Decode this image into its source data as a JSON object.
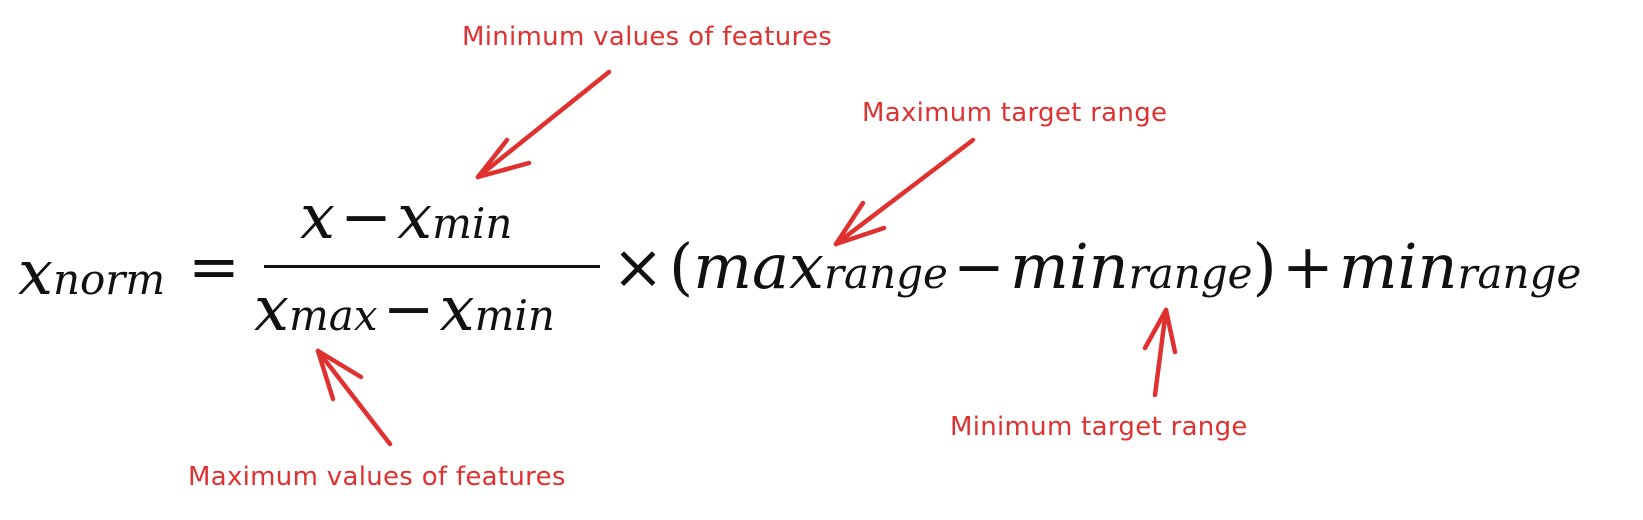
{
  "formula": {
    "lhs": {
      "base": "x",
      "sub": "norm"
    },
    "equals": "=",
    "numerator": {
      "a": "x",
      "op": "−",
      "b_base": "x",
      "b_sub": "min"
    },
    "denominator": {
      "a_base": "x",
      "a_sub": "max",
      "op": "−",
      "b_base": "x",
      "b_sub": "min"
    },
    "times": "×",
    "lparen": "(",
    "term1": {
      "base": "max",
      "sub": "range"
    },
    "minus": "−",
    "term2": {
      "base": "min",
      "sub": "range"
    },
    "rparen": ")",
    "plus": "+",
    "term3": {
      "base": "min",
      "sub": "range"
    }
  },
  "annotations": {
    "min_features": "Minimum values of features",
    "max_target": "Maximum target range",
    "max_features": "Maximum values of features",
    "min_target": "Minimum target range"
  },
  "colors": {
    "annotation": "#e03131",
    "math": "#111111",
    "background": "#ffffff"
  }
}
